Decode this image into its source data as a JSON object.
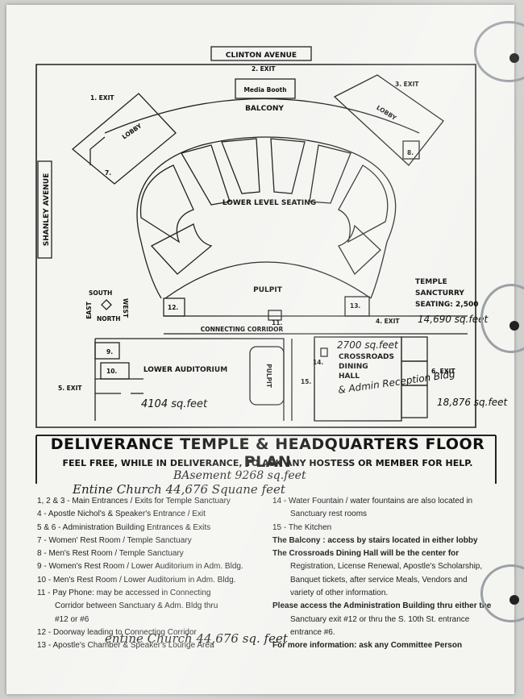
{
  "map": {
    "streets": {
      "north": "CLINTON AVENUE",
      "west": "SHANLEY AVENUE"
    },
    "booth": "Media Booth",
    "balcony": "BALCONY",
    "lobby_left": "LOBBY",
    "lobby_right": "LOBBY",
    "lower_seating": "LOWER LEVEL SEATING",
    "pulpit": "PULPIT",
    "pulpit_vertical": "PULPIT",
    "corridor": "CONNECTING CORRIDOR",
    "lower_auditorium": "LOWER AUDITORIUM",
    "dining": [
      "CROSSROADS",
      "DINING",
      "HALL"
    ],
    "compass": {
      "south": "SOUTH",
      "west": "WEST",
      "east": "EAST",
      "north": "NORTH"
    },
    "sanctuary": [
      "TEMPLE",
      "SANCTURRY",
      "SEATING: 2,500"
    ],
    "exits": {
      "e1": "1. EXIT",
      "e2": "2. EXIT",
      "e3": "3. EXIT",
      "e4": "4. EXIT",
      "e5": "5. EXIT",
      "e6": "6. EXIT"
    },
    "rooms": {
      "r7": "7.",
      "r8": "8.",
      "r9": "9.",
      "r10": "10.",
      "r11": "11.",
      "r12": "12.",
      "r13": "13.",
      "r14": "14.",
      "r15": "15."
    },
    "handwritten": {
      "sanctuary_sqft": "14,690 sq.feet",
      "dining_sqft": "2700 sq.feet",
      "dining_note": "& Admin Reception Bldg",
      "admin_sqft": "18,876 sq.feet",
      "auditorium_sqft": "4104 sq.feet"
    }
  },
  "title": "DELIVERANCE TEMPLE & HEADQUARTERS FLOOR PLAN",
  "subtitle": "FEEL FREE, WHILE IN DELIVERANCE, TO ASK ANY HOSTESS OR MEMBER FOR HELP.",
  "notes": {
    "basement": "BAsement 9268 sq.feet",
    "entire": "Entine Church 44,676 Squane feet",
    "entire2": "entine Church 44,676 sq. feet"
  },
  "legend_left": [
    "1, 2 & 3 - Main Entrances / Exits for Temple Sanctuary",
    "4 - Apostle Nichol's & Speaker's Entrance / Exit",
    "5 & 6 - Administration Building Entrances & Exits",
    "7 - Women' Rest Room / Temple Sanctuary",
    "8 - Men's Rest Room / Temple Sanctuary",
    "9 - Women's Rest Room / Lower Auditorium in Adm. Bldg.",
    "10 - Men's Rest Room / Lower Auditorium in Adm. Bldg.",
    "11 - Pay Phone: may be accessed in Connecting",
    "Corridor between Sanctuary & Adm. Bldg thru",
    "#12 or #6",
    "12 - Doorway leading to Connecting Corridor",
    "13 - Apostle's Chamber & Speaker's Lounge Area"
  ],
  "legend_right": [
    "14 - Water Fountain / water fountains are also located in",
    "Sanctuary rest rooms",
    "15 - The Kitchen",
    "The Balcony : access by stairs located in either lobby",
    "The Crossroads Dining Hall will be the center for",
    "Registration, License Renewal, Apostle's Scholarship,",
    "Banquet tickets, after service Meals, Vendors and",
    "variety of other information.",
    "Please access the Administration Building thru either the",
    "Sanctuary exit #12 or thru the S. 10th St. entrance",
    "entrance #6.",
    "For more information: ask any Committee Person"
  ]
}
